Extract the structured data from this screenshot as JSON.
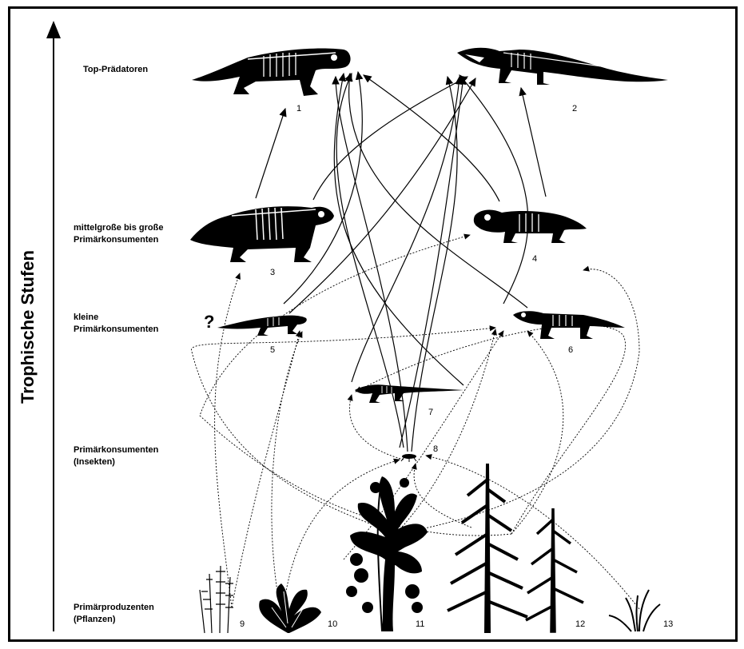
{
  "axis_title": "Trophische Stufen",
  "levels": {
    "top": "Top-Prädatoren",
    "large_line1": "mittelgroße bis große",
    "large_line2": "Primärkonsumenten",
    "small_line1": "kleine",
    "small_line2": "Primärkonsumenten",
    "insects_line1": "Primärkonsumenten",
    "insects_line2": "(Insekten)",
    "producers_line1": "Primärproduzenten",
    "producers_line2": "(Pflanzen)"
  },
  "question_mark": "?",
  "numbers": [
    "1",
    "2",
    "3",
    "4",
    "5",
    "6",
    "7",
    "8",
    "9",
    "10",
    "11",
    "12",
    "13"
  ],
  "colors": {
    "ink": "#000000",
    "bone": "#ffffff",
    "background": "#ffffff"
  },
  "icons": [
    "gorgonopsid-skeleton",
    "archosaur-skeleton",
    "pareiasaur-skeleton",
    "dicynodont-skeleton",
    "small-reptile-skeleton",
    "cynodont-skeleton",
    "lizard-skeleton",
    "insect",
    "horsetail-plant",
    "fern-plant",
    "seed-fern-tree",
    "conifer-tree",
    "grass-plant"
  ]
}
